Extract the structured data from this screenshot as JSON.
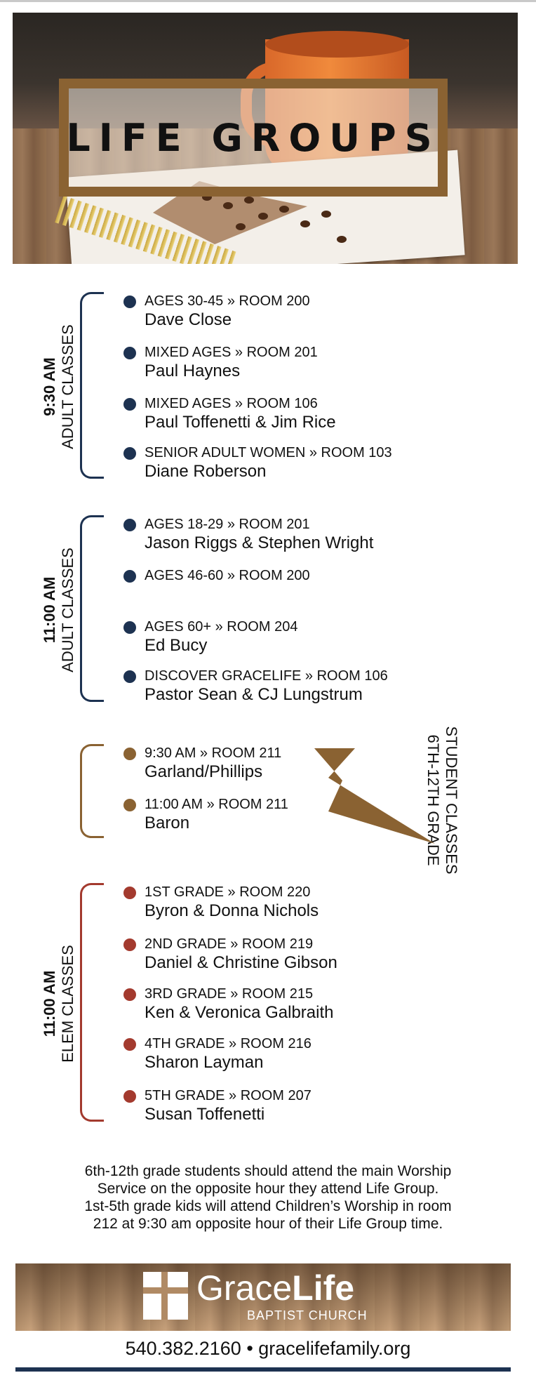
{
  "hero": {
    "title": "LIFE GROUPS"
  },
  "colors": {
    "navy": "#1d3251",
    "brown": "#8a6232",
    "red": "#a33a2e"
  },
  "groups": [
    {
      "time": "9:30 AM",
      "label": "ADULT CLASSES",
      "color": "navy",
      "items": [
        {
          "line1": "AGES 30-45 » ROOM 200",
          "line2": "Dave Close"
        },
        {
          "line1": "MIXED AGES » ROOM 201",
          "line2": "Paul Haynes"
        },
        {
          "line1": "MIXED AGES » ROOM 106",
          "line2": "Paul Toffenetti & Jim Rice"
        },
        {
          "line1": "SENIOR ADULT WOMEN » ROOM 103",
          "line2": "Diane Roberson"
        }
      ]
    },
    {
      "time": "11:00 AM",
      "label": "ADULT CLASSES",
      "color": "navy",
      "items": [
        {
          "line1": "AGES 18-29 » ROOM 201",
          "line2": "Jason Riggs & Stephen Wright"
        },
        {
          "line1": "AGES 46-60 » ROOM 200",
          "line2": ""
        },
        {
          "line1": "AGES 60+ » ROOM 204",
          "line2": "Ed Bucy"
        },
        {
          "line1": "DISCOVER GRACELIFE » ROOM 106",
          "line2": "Pastor Sean & CJ Lungstrum"
        }
      ]
    },
    {
      "time": "",
      "label": "",
      "color": "brown",
      "items": [
        {
          "line1": "9:30 AM » ROOM 211",
          "line2": "Garland/Phillips"
        },
        {
          "line1": "11:00 AM » ROOM 211",
          "line2": "Baron"
        }
      ]
    },
    {
      "time": "11:00 AM",
      "label": "ELEM CLASSES",
      "color": "red",
      "items": [
        {
          "line1": "1ST GRADE » ROOM 220",
          "line2": "Byron & Donna Nichols"
        },
        {
          "line1": "2ND GRADE » ROOM 219",
          "line2": "Daniel & Christine Gibson"
        },
        {
          "line1": "3RD GRADE » ROOM 215",
          "line2": "Ken & Veronica Galbraith"
        },
        {
          "line1": "4TH GRADE » ROOM 216",
          "line2": "Sharon Layman"
        },
        {
          "line1": "5TH GRADE » ROOM 207",
          "line2": "Susan Toffenetti"
        }
      ]
    }
  ],
  "student": {
    "line1": "STUDENT CLASSES",
    "line2": "6TH-12TH GRADE"
  },
  "note": {
    "line1": "6th-12th grade students should attend the main Worship",
    "line2": "Service on the opposite hour they attend Life Group.",
    "line3": "1st-5th grade kids will attend Children’s Worship in room",
    "line4": "212 at 9:30 am opposite hour of their Life Group time."
  },
  "logo": {
    "grace": "Grace",
    "life": "Life",
    "sub": "BAPTIST CHURCH"
  },
  "contact": {
    "phone": "540.382.2160",
    "sep": "•",
    "website": "gracelifefamily.org"
  }
}
